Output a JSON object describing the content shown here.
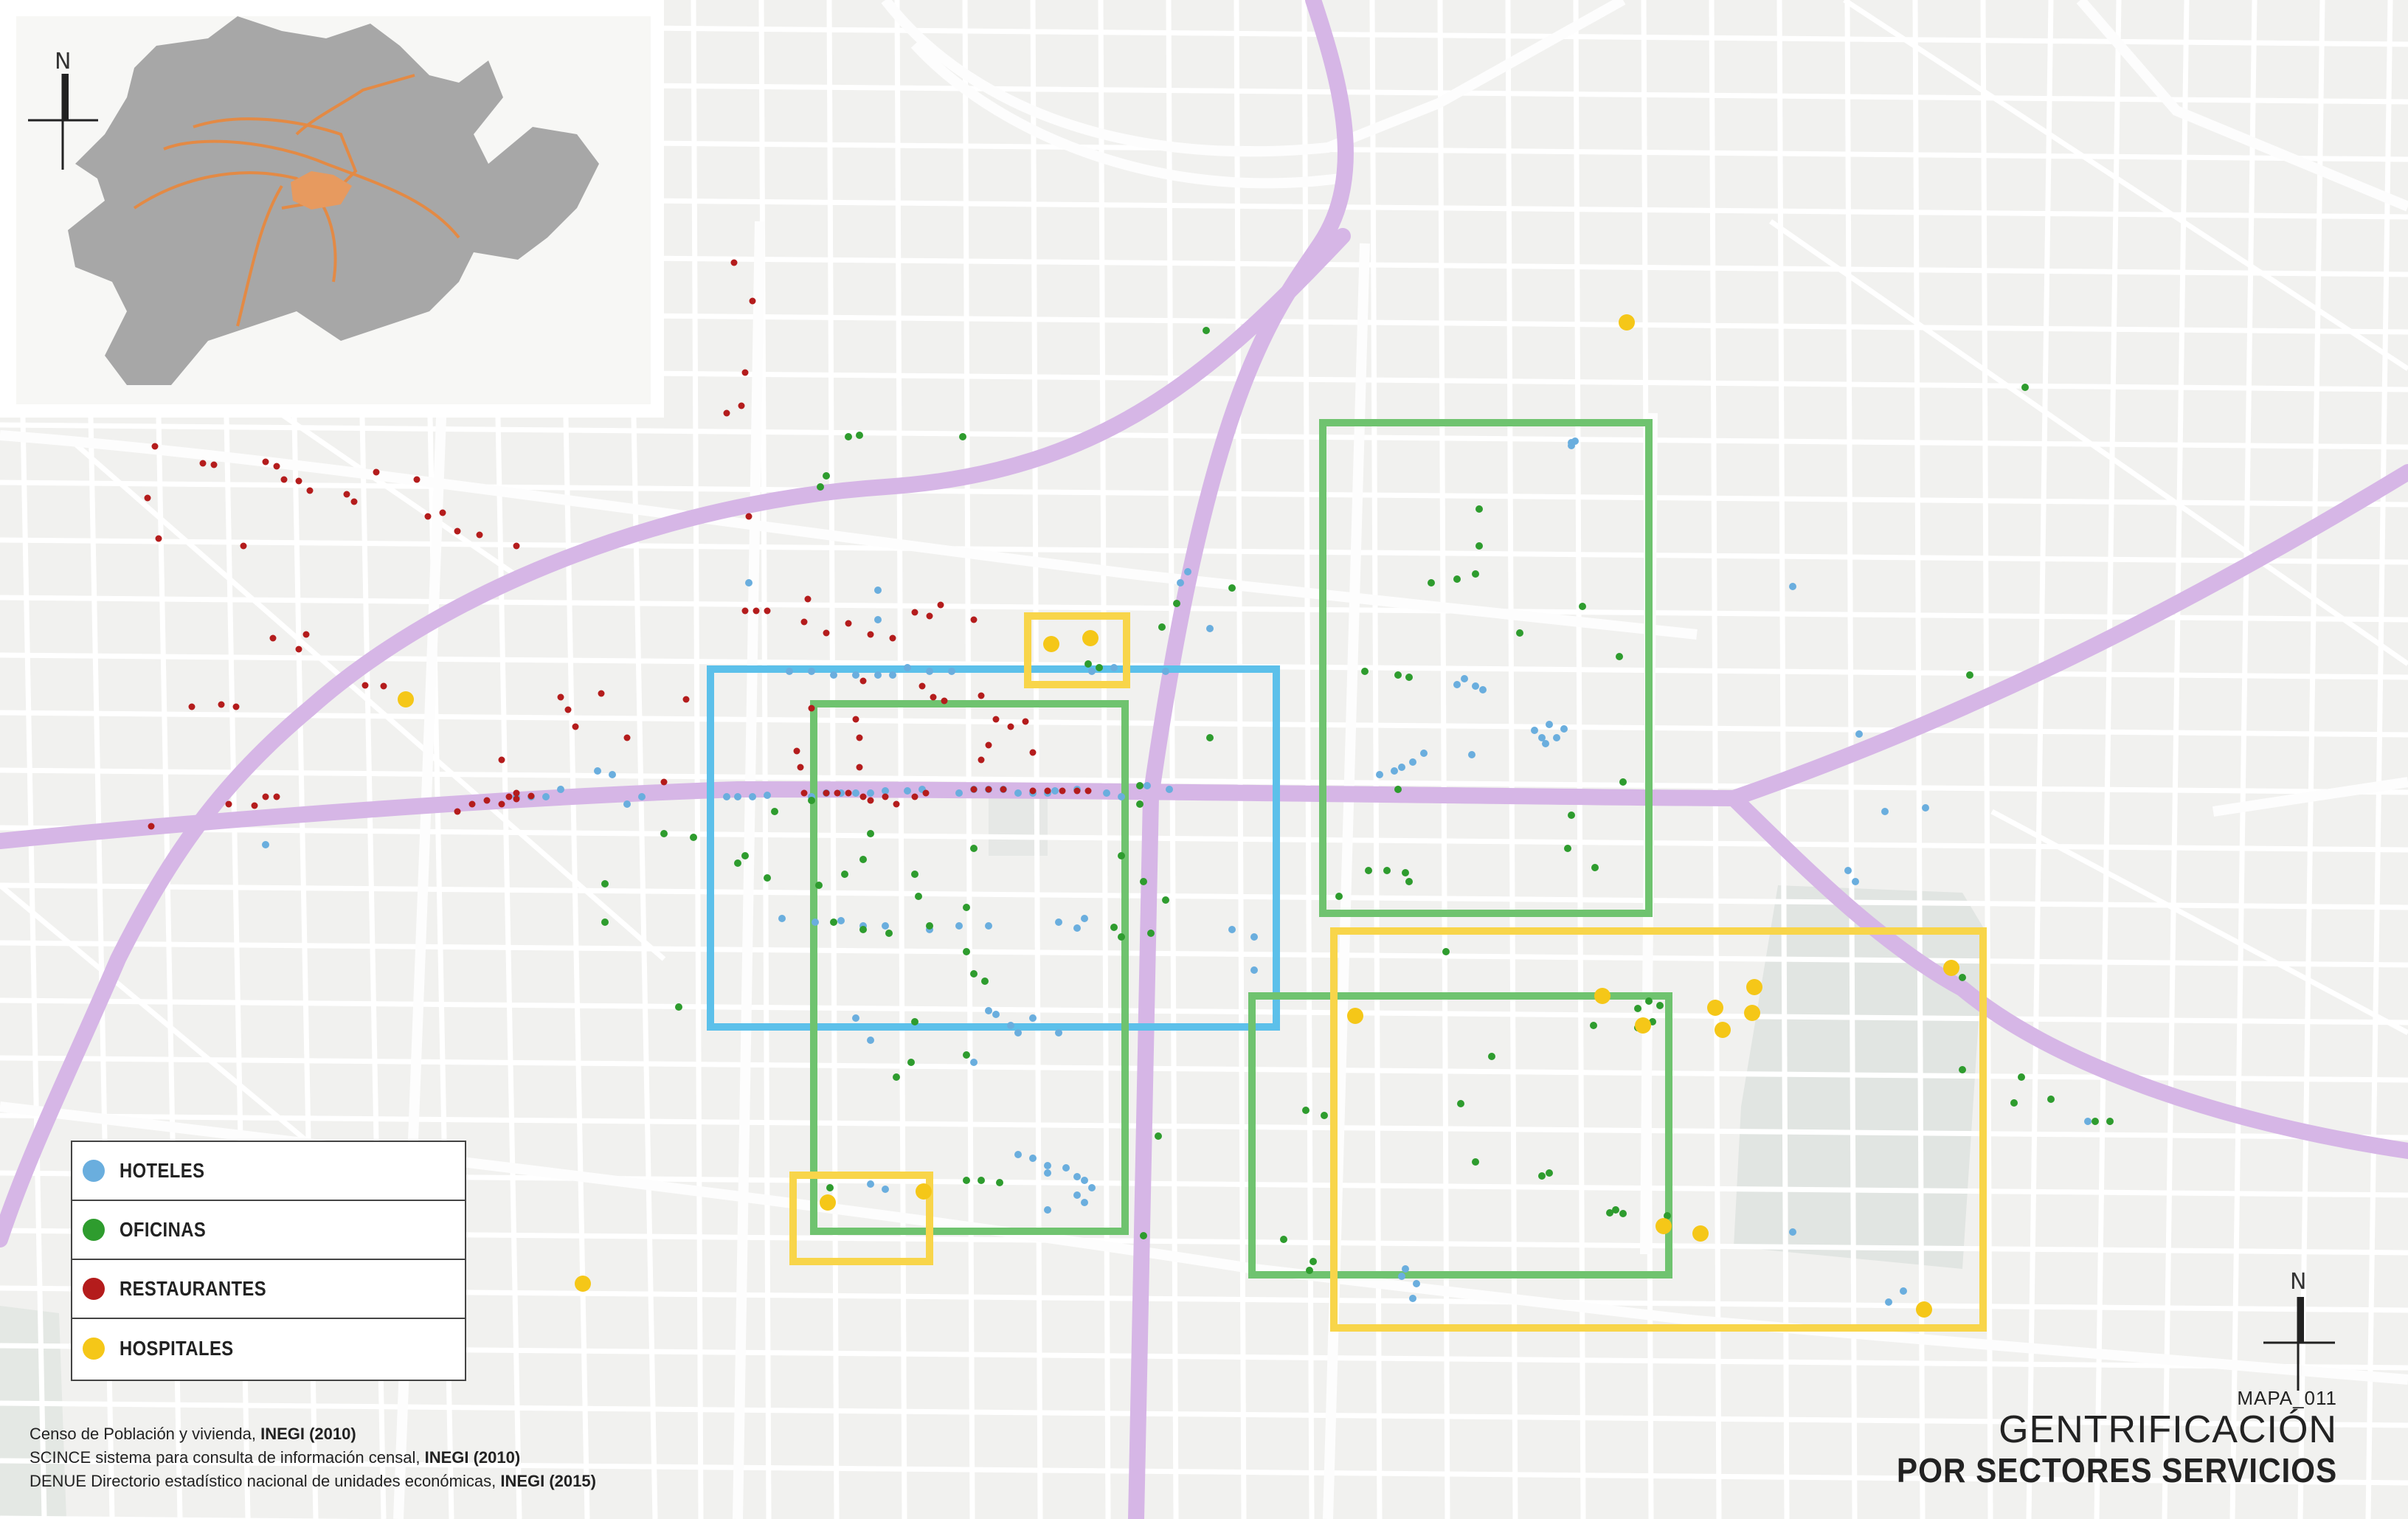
{
  "inset": {
    "north_label": "N"
  },
  "legend": {
    "items": [
      {
        "label": "HOTELES",
        "color": "#6aaede"
      },
      {
        "label": "OFICINAS",
        "color": "#2e9c2e"
      },
      {
        "label": "RESTAURANTES",
        "color": "#b41c1c"
      },
      {
        "label": "HOSPITALES",
        "color": "#f5c718"
      }
    ]
  },
  "sources": [
    {
      "text": "Censo de Población y vivienda, ",
      "bold": "INEGI (2010)"
    },
    {
      "text": "SCINCE sistema para consulta de información censal, ",
      "bold": "INEGI (2010)"
    },
    {
      "text": "DENUE Directorio estadístico nacional de unidades económicas, ",
      "bold": "INEGI (2015)"
    }
  ],
  "title": {
    "map_code": "MAPA_011",
    "line1": "GENTRIFICACIÓN",
    "line2": "POR SECTORES  SERVICIOS"
  },
  "north_label": "N",
  "colors": {
    "highway": "#d6b6e6",
    "street": "#ffffff",
    "blue_zone": "#5cc0ea",
    "green_zone": "#6fc36f",
    "yellow_zone": "#f8d54a",
    "inset_city": "#a7a7a7",
    "inset_route": "#e38a45"
  }
}
